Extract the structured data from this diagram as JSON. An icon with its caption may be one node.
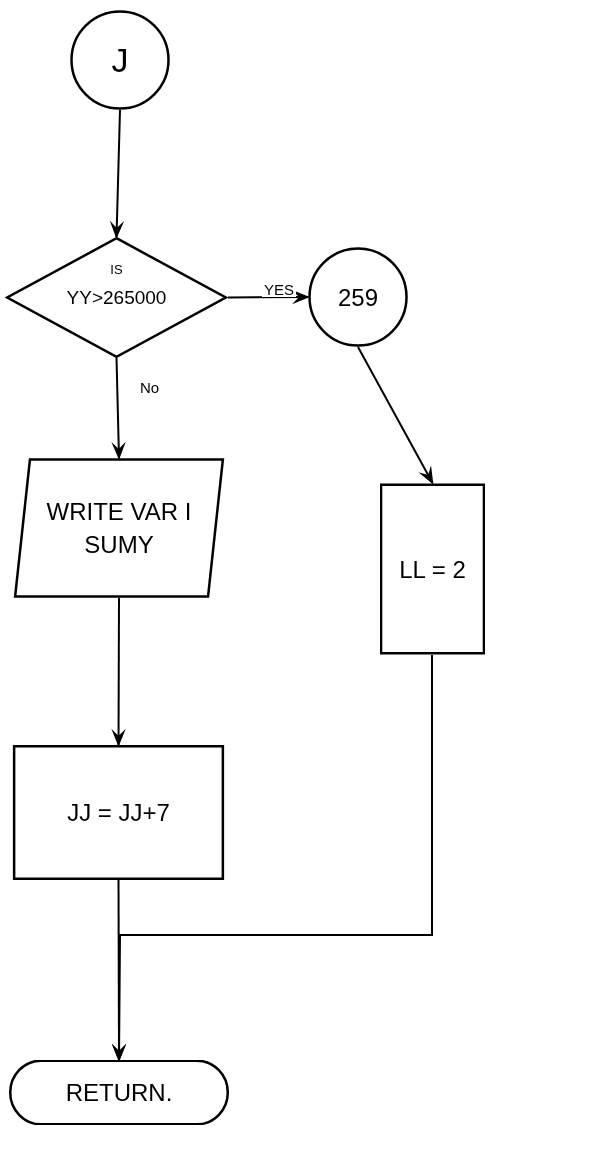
{
  "diagram": {
    "nodes": [
      {
        "text": [
          "J"
        ]
      },
      {
        "text": [
          "IS",
          "YY>265000"
        ]
      },
      {
        "text": [
          "259"
        ]
      },
      {
        "text": [
          "WRITE VAR I SUMY"
        ]
      },
      {
        "text": [
          "LL = 2"
        ]
      },
      {
        "text": [
          "JJ = JJ+7"
        ]
      },
      {
        "text": [
          "RETURN."
        ]
      }
    ],
    "edges": [
      {
        "from": 0,
        "to": 1,
        "arrow": "to"
      },
      {
        "from": 1,
        "to": 2,
        "arrow": "to",
        "label": "YES"
      },
      {
        "from": 1,
        "to": 3,
        "arrow": "to",
        "label": "No"
      },
      {
        "from": 2,
        "to": 4,
        "arrow": "to"
      },
      {
        "from": 3,
        "to": 5,
        "arrow": "to"
      },
      {
        "from": 5,
        "to": 6,
        "arrow": "to"
      },
      {
        "from": 4,
        "to": 6,
        "arrow": "to"
      }
    ]
  }
}
